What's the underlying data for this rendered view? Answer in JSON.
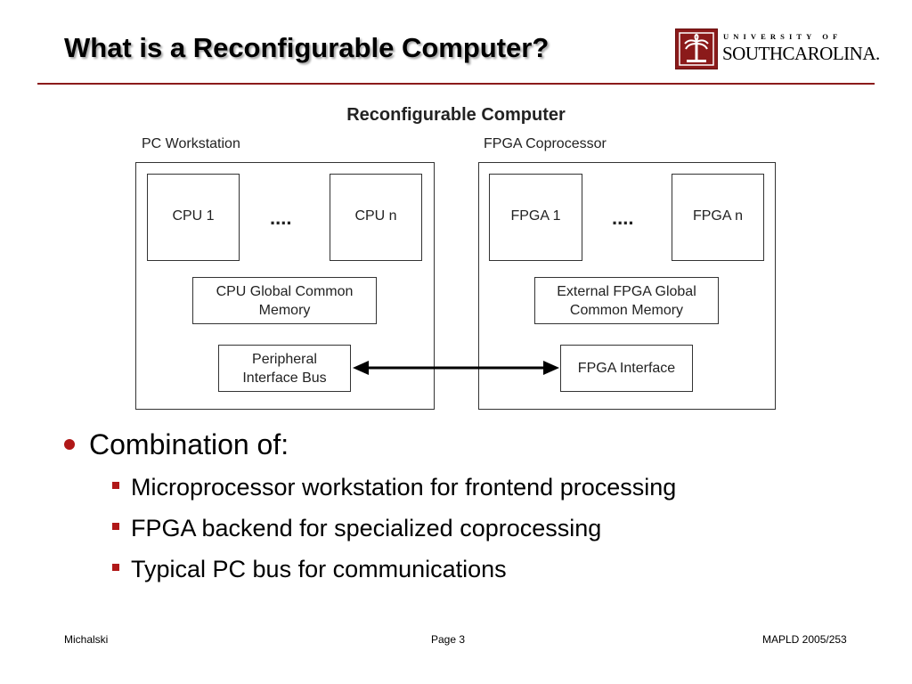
{
  "slide": {
    "title": "What is a Reconfigurable Computer?"
  },
  "logo": {
    "top_text": "UNIVERSITY OF",
    "bottom_text": "SOUTHCAROLINA."
  },
  "diagram": {
    "title": "Reconfigurable Computer",
    "pc_workstation": {
      "label": "PC Workstation",
      "cpu_first": "CPU 1",
      "ellipsis": "....",
      "cpu_last": "CPU n",
      "memory_line1": "CPU Global Common",
      "memory_line2": "Memory",
      "bus_line1": "Peripheral",
      "bus_line2": "Interface Bus"
    },
    "fpga_coprocessor": {
      "label": "FPGA Coprocessor",
      "fpga_first": "FPGA 1",
      "ellipsis": "....",
      "fpga_last": "FPGA n",
      "memory_line1": "External FPGA Global",
      "memory_line2": "Common Memory",
      "interface": "FPGA Interface"
    }
  },
  "bullets": {
    "main": "Combination of:",
    "sub": [
      "Microprocessor workstation for frontend processing",
      "FPGA backend for specialized coprocessing",
      "Typical PC bus for communications"
    ]
  },
  "footer": {
    "left": "Michalski",
    "center": "Page 3",
    "right": "MAPLD 2005/253"
  },
  "colors": {
    "accent": "#b01818",
    "rule": "#8b1a1a"
  }
}
